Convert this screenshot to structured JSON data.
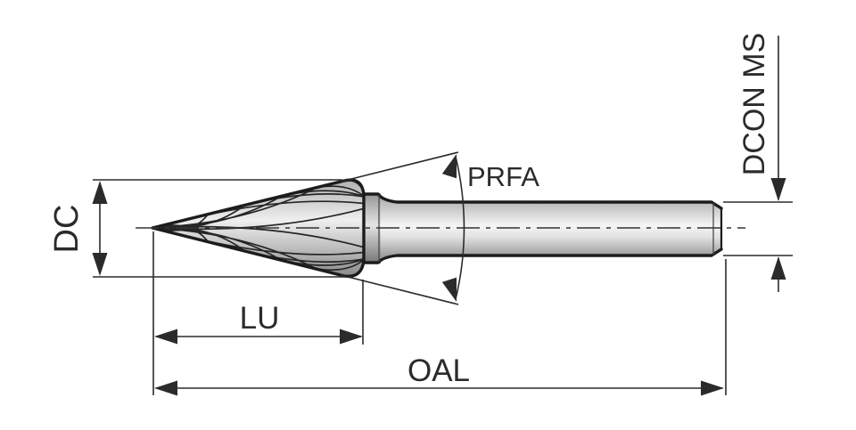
{
  "drawing": {
    "labels": {
      "diameter": "DC",
      "cut_length": "LU",
      "overall_length": "OAL",
      "profile_angle": "PRFA",
      "shank_diameter": "DCON MS"
    },
    "colors": {
      "background": "#ffffff",
      "line": "#2b2b2b",
      "outline": "#1c1c1c",
      "metal-light": "#f5f5f5",
      "metal-mid": "#b2b2b2",
      "metal-dark": "#838383"
    }
  }
}
